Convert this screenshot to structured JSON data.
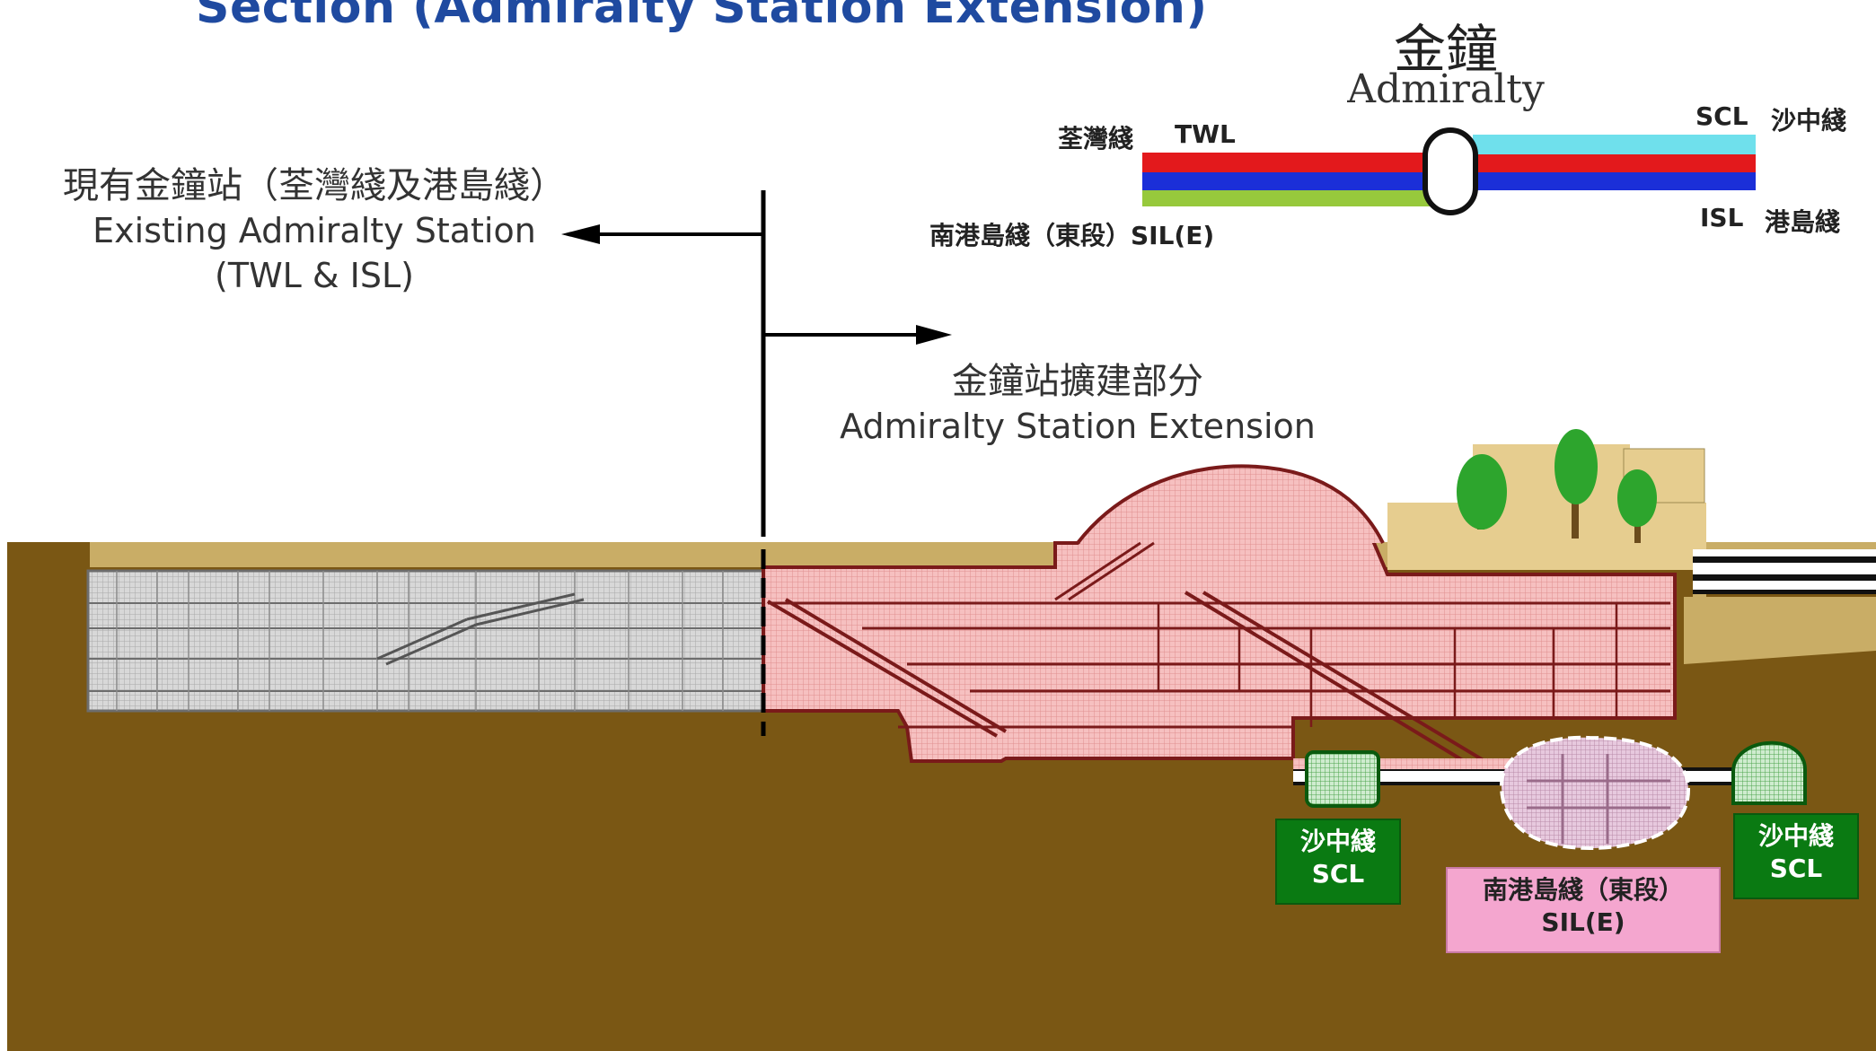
{
  "title": "Section (Admiralty Station Extension)",
  "existing_station": {
    "label_zh": "現有金鐘站（荃灣綫及港島綫）",
    "label_en": "Existing Admiralty Station",
    "label_lines": "(TWL & ISL)"
  },
  "extension": {
    "label_zh": "金鐘站擴建部分",
    "label_en": "Admiralty Station Extension"
  },
  "legend": {
    "station_zh": "金鐘",
    "station_en": "Admiralty",
    "twl_zh": "荃灣綫",
    "twl_code": "TWL",
    "sil_label": "南港島綫（東段）SIL(E)",
    "scl_code": "SCL",
    "scl_zh": "沙中綫",
    "isl_code": "ISL",
    "isl_zh": "港島綫"
  },
  "line_colors": {
    "twl": "#e3191c",
    "isl": "#1b2fd8",
    "sil": "#97c93c",
    "scl": "#6fe0ec"
  },
  "badges": {
    "scl_left_zh": "沙中綫",
    "scl_left_code": "SCL",
    "scl_right_zh": "沙中綫",
    "scl_right_code": "SCL",
    "sil_zh": "南港島綫（東段）",
    "sil_code": "SIL(E)"
  },
  "colors": {
    "title": "#1f4aa0",
    "ground": "#7a5714",
    "surface": "#c9ad66",
    "existing_fill": "#d4d4d4",
    "extension_fill": "#f2b4b4",
    "extension_stroke": "#7a1a1a",
    "scl_badge": "#0a7a12",
    "sil_badge": "#f4a6cf"
  }
}
